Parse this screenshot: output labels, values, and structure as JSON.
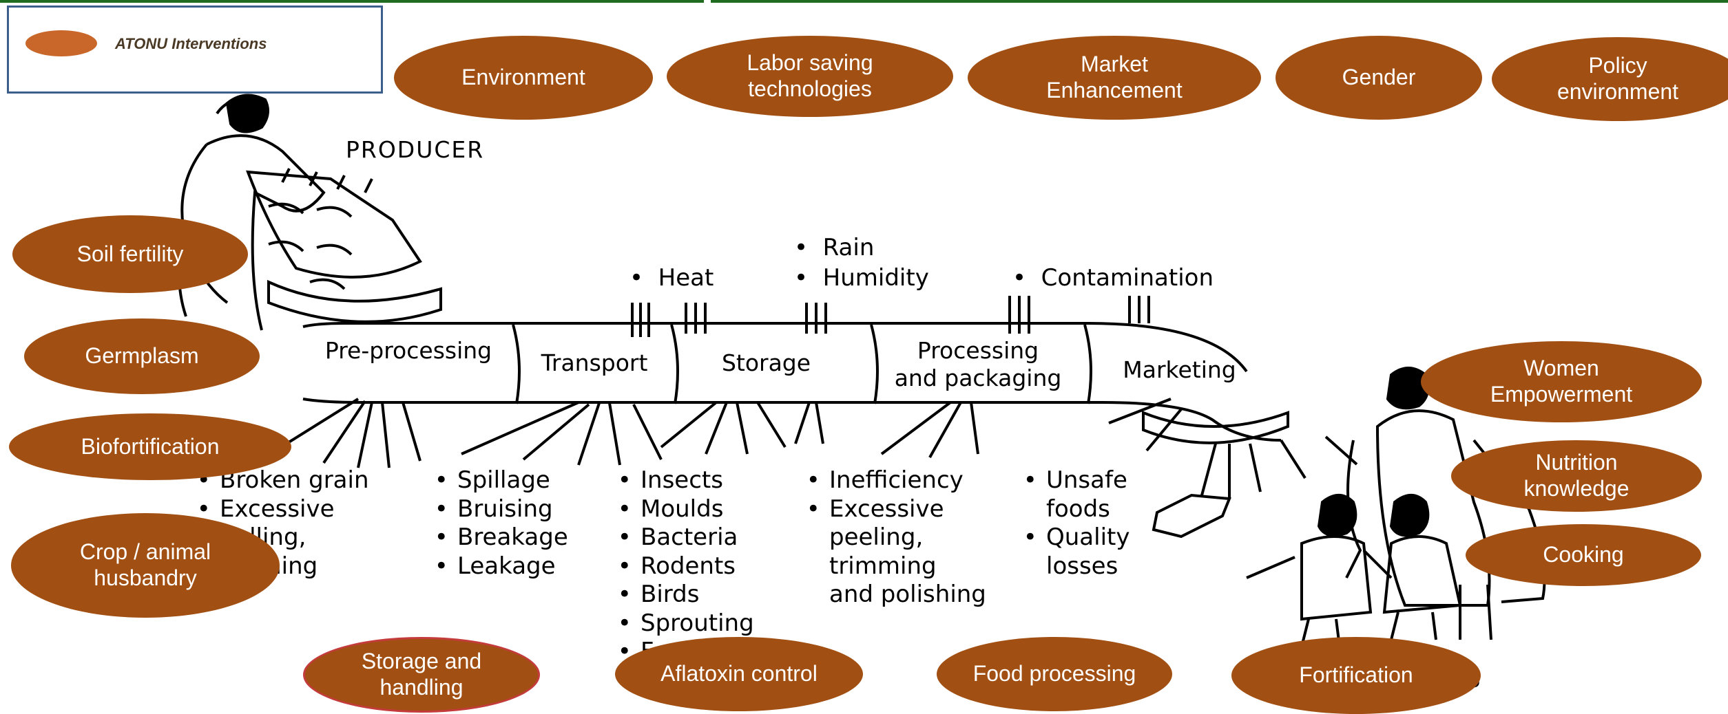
{
  "legend": {
    "label": "ATONU Interventions",
    "swatch_color": "#c9672a"
  },
  "colors": {
    "oval": "#a14f12",
    "frame": "#3b5f8a",
    "top_rule": "#1f6b1f"
  },
  "interventions": {
    "environment": "Environment",
    "labor": "Labor saving\ntechnologies",
    "market": "Market\nEnhancement",
    "gender": "Gender",
    "policy": "Policy\nenvironment",
    "soil": "Soil fertility",
    "germplasm": "Germplasm",
    "biofort": "Biofortification",
    "crop": "Crop / animal\nhusbandry",
    "storage": "Storage and\nhandling",
    "aflatoxin": "Aflatoxin control",
    "food_processing": "Food processing",
    "fortification": "Fortification",
    "women": "Women\nEmpowerment",
    "nutrition": "Nutrition\nknowledge",
    "cooking": "Cooking"
  },
  "diagram": {
    "producer": "PRODUCER",
    "stages": {
      "preprocessing": "Pre-processing",
      "transport": "Transport",
      "storage": "Storage",
      "processing": "Processing\nand packaging",
      "marketing": "Marketing"
    },
    "hazards_top": {
      "heat": "Heat",
      "rain": "Rain",
      "humidity": "Humidity",
      "contamination": "Contamination"
    },
    "losses": {
      "preprocessing": [
        "Broken grain",
        "Excessive",
        "hulling,",
        "rimming"
      ],
      "transport": [
        "Spillage",
        "Bruising",
        "Breakage",
        "Leakage"
      ],
      "storage": [
        "Insects",
        "Moulds",
        "Bacteria",
        "Rodents",
        "Birds",
        "Sprouting",
        "F"
      ],
      "processing": [
        "Inefficiency",
        "Excessive",
        "peeling,",
        "trimming",
        "and polishing"
      ],
      "marketing": [
        "Unsafe",
        "foods",
        "Quality",
        "losses"
      ]
    },
    "consumers_fragment": "S"
  }
}
